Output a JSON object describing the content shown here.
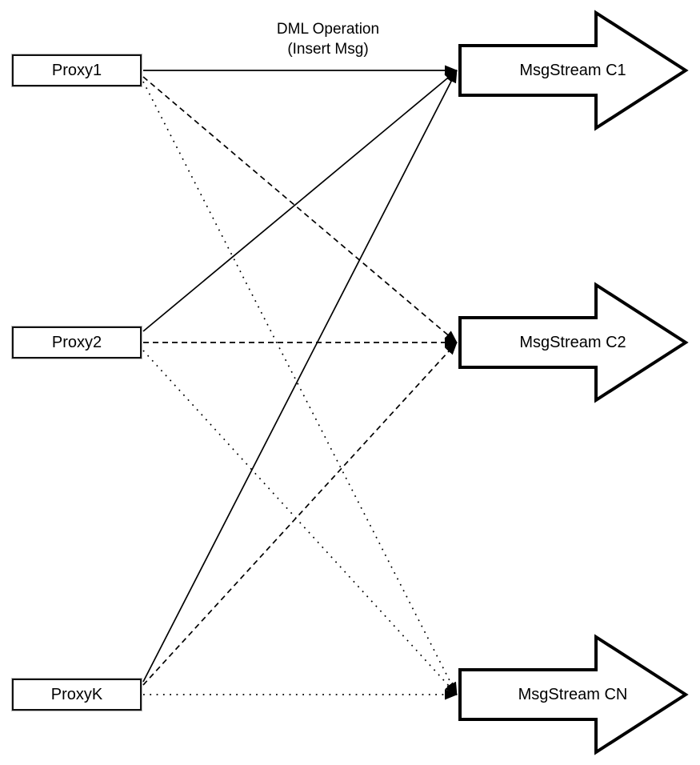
{
  "diagram": {
    "title": {
      "line1": "DML Operation",
      "line2": "(Insert Msg)"
    },
    "proxies": [
      {
        "id": "proxy1",
        "label": "Proxy1"
      },
      {
        "id": "proxy2",
        "label": "Proxy2"
      },
      {
        "id": "proxyk",
        "label": "ProxyK"
      }
    ],
    "streams": [
      {
        "id": "c1",
        "label": "MsgStream C1",
        "incoming_line_style": "solid"
      },
      {
        "id": "c2",
        "label": "MsgStream C2",
        "incoming_line_style": "dashed"
      },
      {
        "id": "cn",
        "label": "MsgStream CN",
        "incoming_line_style": "dotted"
      }
    ],
    "connections": [
      {
        "from": "proxy1",
        "to": "c1",
        "style": "solid"
      },
      {
        "from": "proxy2",
        "to": "c1",
        "style": "solid"
      },
      {
        "from": "proxyk",
        "to": "c1",
        "style": "solid"
      },
      {
        "from": "proxy1",
        "to": "c2",
        "style": "dashed"
      },
      {
        "from": "proxy2",
        "to": "c2",
        "style": "dashed"
      },
      {
        "from": "proxyk",
        "to": "c2",
        "style": "dashed"
      },
      {
        "from": "proxy1",
        "to": "cn",
        "style": "dotted"
      },
      {
        "from": "proxy2",
        "to": "cn",
        "style": "dotted"
      },
      {
        "from": "proxyk",
        "to": "cn",
        "style": "dotted"
      }
    ],
    "colors": {
      "line": "#000000",
      "shape_fill": "#ffffff",
      "shape_border": "#000000",
      "text": "#000000",
      "background": "#ffffff"
    }
  }
}
